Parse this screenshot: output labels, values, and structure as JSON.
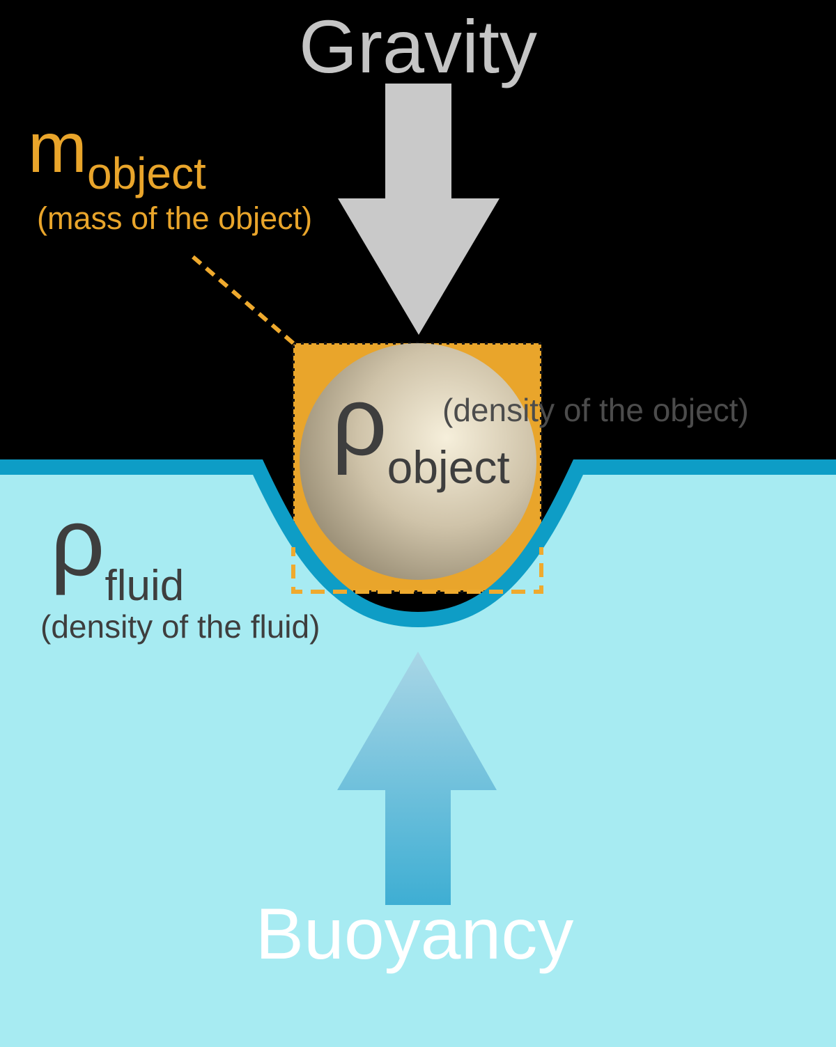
{
  "labels": {
    "gravity_title": "Gravity",
    "buoyancy_title": "Buoyancy",
    "mass_symbol": "m",
    "mass_subscript": "object",
    "mass_caption": "(mass of the object)",
    "density_object_symbol": "ρ",
    "density_object_subscript": "object",
    "density_object_caption": "(density of the object)",
    "density_fluid_symbol": "ρ",
    "density_fluid_subscript": "fluid",
    "density_fluid_caption": "(density of the fluid)"
  },
  "colors": {
    "background": "#000000",
    "gravity_text": "#c5c5c5",
    "arrow_gray": "#c9c9c9",
    "label_orange": "#e9a52b",
    "square_orange": "#e9a52b",
    "dashed_border_orange": "#efaa2e",
    "dotted_border_black": "#111111",
    "water_cyan": "#a7ebf2",
    "surface_blue": "#0e9dc6",
    "sphere_highlight": "#f6efdb",
    "sphere_mid": "#cfc3a9",
    "sphere_edge": "#867b63",
    "buoy_arrow_top": "#a9d6e6",
    "buoy_arrow_bottom": "#3eaed3",
    "dark_text": "#3e3e3e",
    "density_object_text": "#4c4c4c",
    "buoyancy_text": "#ffffff"
  }
}
